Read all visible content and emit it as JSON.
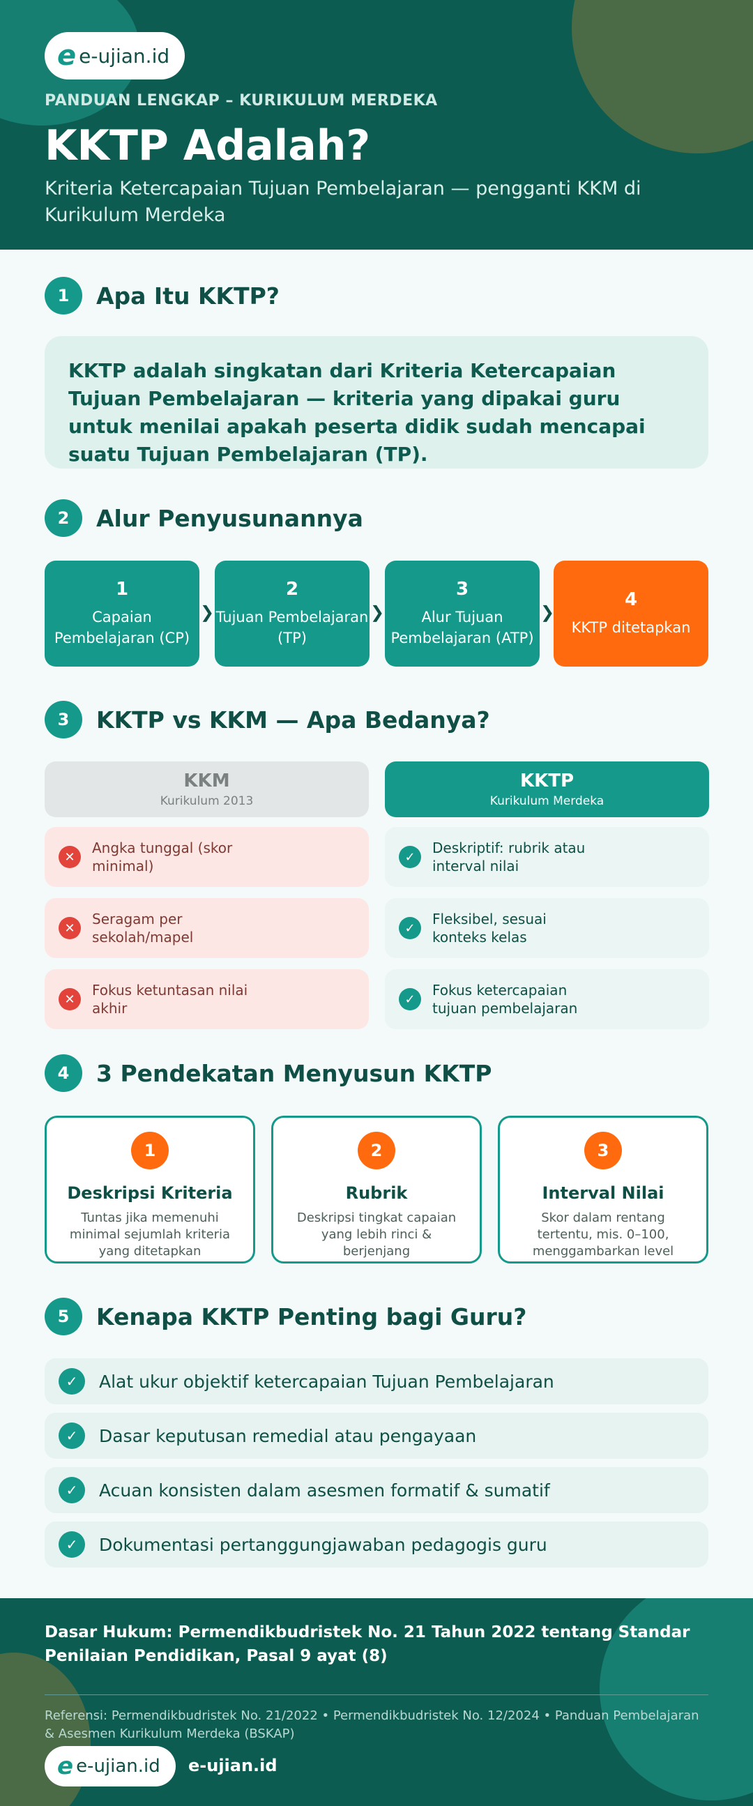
{
  "header": {
    "logo_mark": "e",
    "logo_text": "e-ujian.id",
    "eyebrow": "PANDUAN LENGKAP – KURIKULUM MERDEKA",
    "title": "KKTP Adalah?",
    "subtitle": "Kriteria Ketercapaian Tujuan Pembelajaran — pengganti KKM di Kurikulum Merdeka"
  },
  "section1": {
    "num": "1",
    "title": "Apa Itu KKTP?",
    "definition": "KKTP adalah singkatan dari Kriteria Ketercapaian Tujuan Pembelajaran — kriteria yang dipakai guru untuk menilai apakah peserta didik sudah mencapai suatu Tujuan Pembelajaran (TP)."
  },
  "section2": {
    "num": "2",
    "title": "Alur Penyusunannya",
    "arrow": "❯",
    "steps": [
      {
        "num": "1",
        "label": "Capaian Pembelajaran (CP)"
      },
      {
        "num": "2",
        "label": "Tujuan Pembelajaran (TP)"
      },
      {
        "num": "3",
        "label": "Alur Tujuan Pembelajaran (ATP)"
      },
      {
        "num": "4",
        "label": "KKTP ditetapkan"
      }
    ]
  },
  "section3": {
    "num": "3",
    "title": "KKTP vs KKM — Apa Bedanya?",
    "kkm": {
      "title": "KKM",
      "sub": "Kurikulum 2013",
      "icon": "✕",
      "rows": [
        "Angka tunggal (skor minimal)",
        "Seragam per sekolah/mapel",
        "Fokus ketuntasan nilai akhir"
      ]
    },
    "kktp": {
      "title": "KKTP",
      "sub": "Kurikulum Merdeka",
      "icon": "✓",
      "rows": [
        "Deskriptif: rubrik atau interval nilai",
        "Fleksibel, sesuai konteks kelas",
        "Fokus ketercapaian tujuan pembelajaran"
      ]
    }
  },
  "section4": {
    "num": "4",
    "title": "3 Pendekatan Menyusun KKTP",
    "items": [
      {
        "num": "1",
        "title": "Deskripsi Kriteria",
        "desc": "Tuntas jika memenuhi minimal sejumlah kriteria yang ditetapkan"
      },
      {
        "num": "2",
        "title": "Rubrik",
        "desc": "Deskripsi tingkat capaian yang lebih rinci & berjenjang"
      },
      {
        "num": "3",
        "title": "Interval Nilai",
        "desc": "Skor dalam rentang tertentu, mis. 0–100, menggambarkan level"
      }
    ]
  },
  "section5": {
    "num": "5",
    "title": "Kenapa KKTP Penting bagi Guru?",
    "icon": "✓",
    "items": [
      "Alat ukur objektif ketercapaian Tujuan Pembelajaran",
      "Dasar keputusan remedial atau pengayaan",
      "Acuan konsisten dalam asesmen formatif & sumatif",
      "Dokumentasi pertanggungjawaban pedagogis guru"
    ]
  },
  "footer": {
    "legal": "Dasar Hukum: Permendikbudristek No. 21 Tahun 2022 tentang Standar Penilaian Pendidikan, Pasal 9 ayat (8)",
    "refs": "Referensi: Permendikbudristek No. 21/2022 • Permendikbudristek No. 12/2024 • Panduan Pembelajaran & Asesmen Kurikulum Merdeka (BSKAP)",
    "logo_mark": "e",
    "logo_text": "e-ujian.id",
    "site": "e-ujian.id"
  },
  "colors": {
    "primary": "#0d5c51",
    "teal": "#14998a",
    "accent": "#ff6a0e",
    "danger": "#e2433a"
  }
}
